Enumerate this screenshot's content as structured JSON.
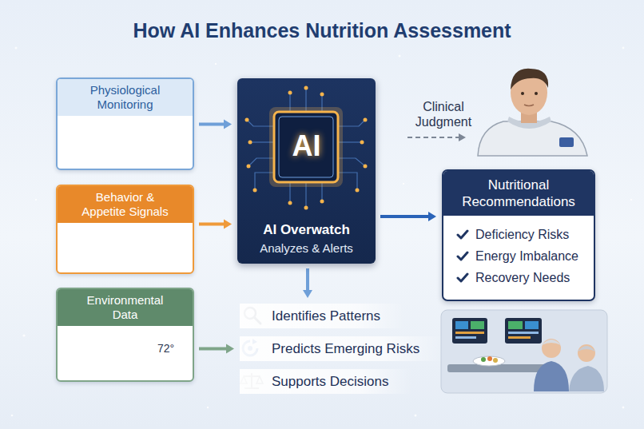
{
  "diagram": {
    "title": "How AI Enhances Nutrition Assessment",
    "nodes": [
      {
        "text": [
          "Physiological Monitoring"
        ]
      },
      {
        "text": [
          "Behavior & Appetite Signals"
        ]
      },
      {
        "text": [
          "Environmental Data"
        ]
      },
      {
        "text": [
          "AI",
          "AI Overwatch",
          "Analyzes & Alerts"
        ]
      },
      {
        "text": [
          "Nutritional Recommendations",
          "Deficiency Risks",
          "Energy Imbalance",
          "Recovery Needs"
        ]
      },
      {
        "text": [
          "Identifies Patterns"
        ]
      },
      {
        "text": [
          "Predicts Emerging Risks"
        ]
      },
      {
        "text": [
          "Supports Decisions"
        ]
      }
    ],
    "edges": [
      {
        "from": 0,
        "to": 3,
        "arrow": "to"
      },
      {
        "from": 1,
        "to": 3,
        "arrow": "to"
      },
      {
        "from": 2,
        "to": 6,
        "arrow": "to"
      },
      {
        "from": 3,
        "to": 4,
        "arrow": "to"
      },
      {
        "from": 3,
        "to": 5,
        "arrow": "to"
      }
    ],
    "labels": [
      "Clinical Judgment",
      "72°"
    ]
  }
}
